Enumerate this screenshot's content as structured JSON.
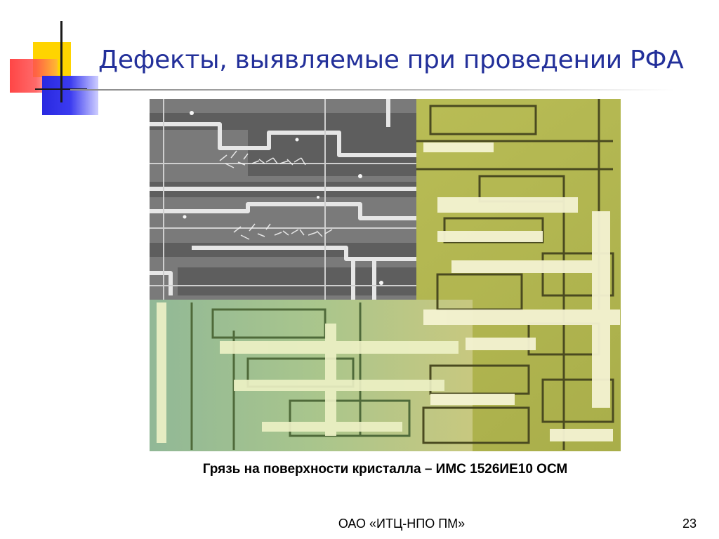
{
  "slide": {
    "title": "Дефекты, выявляемые при проведении РФА",
    "caption": "Грязь на поверхности кристалла – ИМС 1526ИЕ10 ОСМ",
    "footer": "ОАО «ИТЦ-НПО ПМ»",
    "page_number": "23"
  },
  "colors": {
    "title": "#23309a",
    "accent_yellow": "#ffd400",
    "accent_red": "#ff3c3c",
    "accent_blue": "#2929e0"
  },
  "image": {
    "semantic": "chip-surface-micrograph-collage",
    "panels": [
      "sem-grayscale-micrograph",
      "optical-micrograph-yellow",
      "optical-micrograph-green"
    ]
  }
}
